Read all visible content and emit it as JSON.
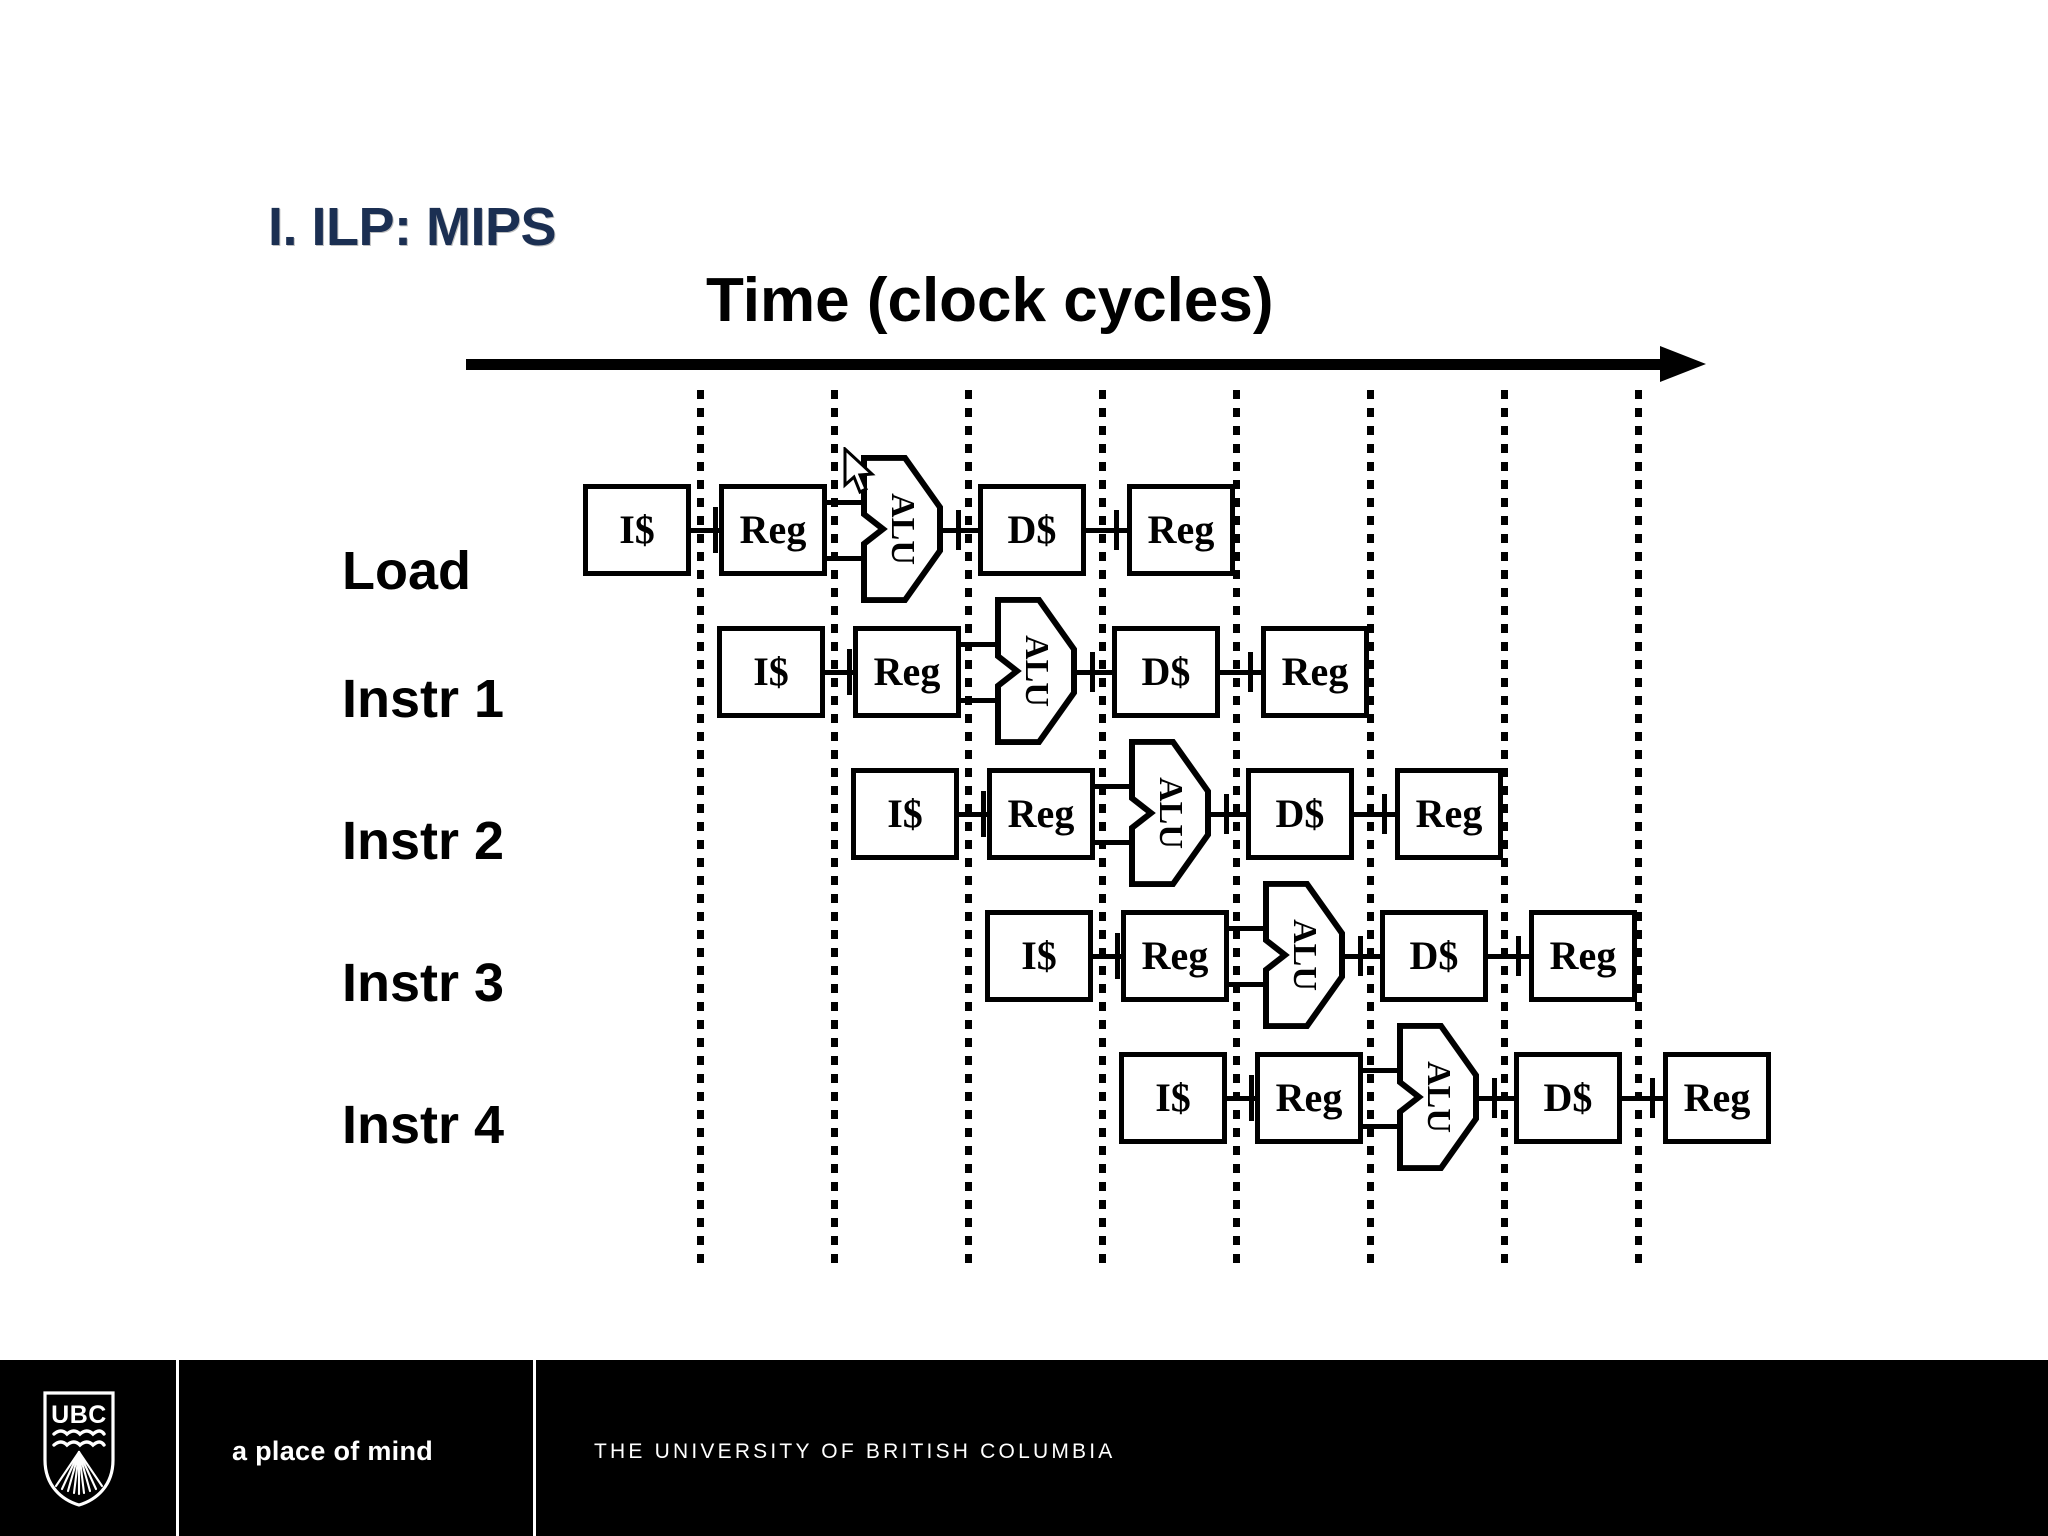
{
  "slide": {
    "title": "I. ILP: MIPS",
    "title_color": "#1b2f52",
    "background_color": "#ffffff"
  },
  "diagram": {
    "axis_label": "Time (clock cycles)",
    "axis_arrow_direction": "right",
    "cycle_separator_count": 8,
    "stage_labels": {
      "icache": "I$",
      "regfile": "Reg",
      "alu": "ALU",
      "dcache": "D$",
      "writeback": "Reg"
    },
    "rows": [
      {
        "label": "Load",
        "stages": [
          "I$",
          "Reg",
          "ALU",
          "D$",
          "Reg"
        ]
      },
      {
        "label": "Instr 1",
        "stages": [
          "I$",
          "Reg",
          "ALU",
          "D$",
          "Reg"
        ]
      },
      {
        "label": "Instr 2",
        "stages": [
          "I$",
          "Reg",
          "ALU",
          "D$",
          "Reg"
        ]
      },
      {
        "label": "Instr 3",
        "stages": [
          "I$",
          "Reg",
          "ALU",
          "D$",
          "Reg"
        ]
      },
      {
        "label": "Instr 4",
        "stages": [
          "I$",
          "Reg",
          "ALU",
          "D$",
          "Reg"
        ]
      }
    ]
  },
  "footer": {
    "logo_text": "UBC",
    "tagline": "a place of mind",
    "university": "THE UNIVERSITY OF BRITISH COLUMBIA",
    "background_color": "#000000",
    "text_color": "#ffffff"
  }
}
